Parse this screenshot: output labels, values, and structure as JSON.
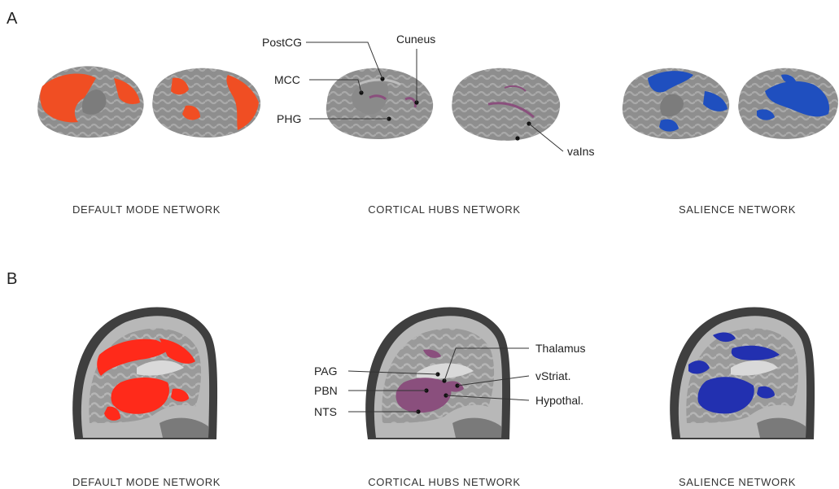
{
  "panels": {
    "a": {
      "letter": "A",
      "captions": [
        "DEFAULT MODE NETWORK",
        "CORTICAL HUBS NETWORK",
        "SALIENCE NETWORK"
      ],
      "labels": {
        "postcg": "PostCG",
        "mcc": "MCC",
        "phg": "PHG",
        "cuneus": "Cuneus",
        "vains": "vaIns"
      }
    },
    "b": {
      "letter": "B",
      "captions": [
        "DEFAULT MODE NETWORK",
        "CORTICAL HUBS NETWORK",
        "SALIENCE NETWORK"
      ],
      "labels": {
        "pag": "PAG",
        "pbn": "PBN",
        "nts": "NTS",
        "thalamus": "Thalamus",
        "vstriat": "vStriat.",
        "hypothal": "Hypothal."
      }
    }
  },
  "colors": {
    "default_mode": "#f04e23",
    "default_mode_b": "#ff2a1a",
    "cortical_hubs": "#8a4f7d",
    "salience": "#1f4fbf",
    "salience_b": "#2230b0",
    "cortex": "#8d8d8d",
    "cortex_light": "#bdbdbd"
  }
}
